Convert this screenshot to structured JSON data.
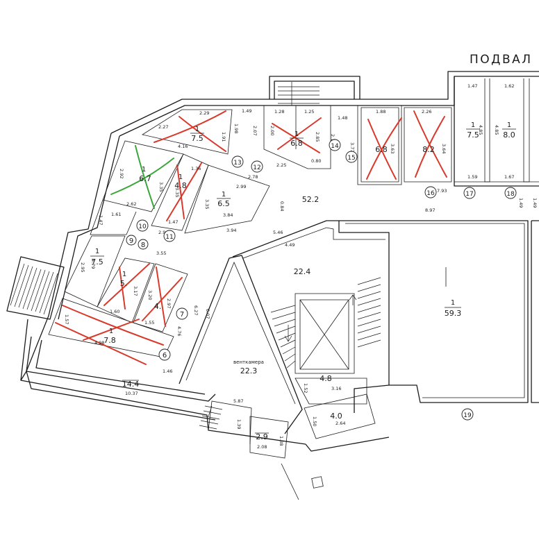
{
  "title": "ПОДВАЛ Н",
  "rooms": [
    {
      "id": "r1",
      "number": "1",
      "area": "7.5"
    },
    {
      "id": "r2",
      "number": "1",
      "area": "6.8"
    },
    {
      "id": "r3",
      "number": "",
      "area": "6.8"
    },
    {
      "id": "r4",
      "number": "",
      "area": "8.2"
    },
    {
      "id": "r5",
      "number": "1",
      "area": "7.5"
    },
    {
      "id": "r6",
      "number": "1",
      "area": "8.0"
    },
    {
      "id": "r7",
      "number": "1",
      "area": "6.7"
    },
    {
      "id": "r8",
      "number": "1",
      "area": "4.8"
    },
    {
      "id": "r9",
      "number": "1",
      "area": "6.5"
    },
    {
      "id": "r10",
      "number": "",
      "area": "52.2"
    },
    {
      "id": "r11",
      "number": "1",
      "area": "7.5"
    },
    {
      "id": "r12",
      "number": "1",
      "area": "5."
    },
    {
      "id": "r13",
      "number": "",
      "area": "4."
    },
    {
      "id": "r14",
      "number": "1",
      "area": "7.8"
    },
    {
      "id": "r15",
      "number": "",
      "area": "22.4"
    },
    {
      "id": "r16",
      "number": "1",
      "area": "59.3"
    },
    {
      "id": "r17",
      "number": "",
      "area": "4.8"
    },
    {
      "id": "r18",
      "number": "",
      "area": "4.0"
    },
    {
      "id": "r19",
      "number": "",
      "area": "14.4"
    },
    {
      "id": "r20",
      "number": "",
      "area": "2.9"
    },
    {
      "id": "r21",
      "number": "",
      "area": "22.3",
      "label": "венткамера"
    }
  ],
  "markers": [
    "6",
    "7",
    "8",
    "9",
    "10",
    "11",
    "12",
    "13",
    "14",
    "15",
    "16",
    "17",
    "18",
    "19"
  ],
  "dimensions": [
    "2.27",
    "2.29",
    "1.91",
    "4.16",
    "1.49",
    "1.98",
    "2.07",
    "1.28",
    "1.25",
    "2.00",
    "2.85",
    "2.25",
    "0.80",
    "1.48",
    "2.16",
    "3.77",
    "1.88",
    "3.63",
    "2.26",
    "3.64",
    "1.47",
    "1.62",
    "4.85",
    "4.85",
    "1.59",
    "1.67",
    "7.93",
    "8.97",
    "1.49",
    "1.49",
    "2.92",
    "3.35",
    "2.62",
    "1.36",
    "3.35",
    "3.35",
    "1.47",
    "2.99",
    "2.78",
    "0.84",
    "3.84",
    "3.94",
    "1.61",
    "1.47",
    "2.9",
    "3.55",
    "5.46",
    "2.95",
    "4.79",
    "3.17",
    "3.20",
    "1.60",
    "1.55",
    "2.97",
    "4.76",
    "1.57",
    "4.98",
    "4.49",
    "6.27",
    "6.07",
    "1.46",
    "10.37",
    "5.87",
    "1.39",
    "1.38",
    "2.08",
    "1.52",
    "3.16",
    "1.50",
    "2.64"
  ]
}
